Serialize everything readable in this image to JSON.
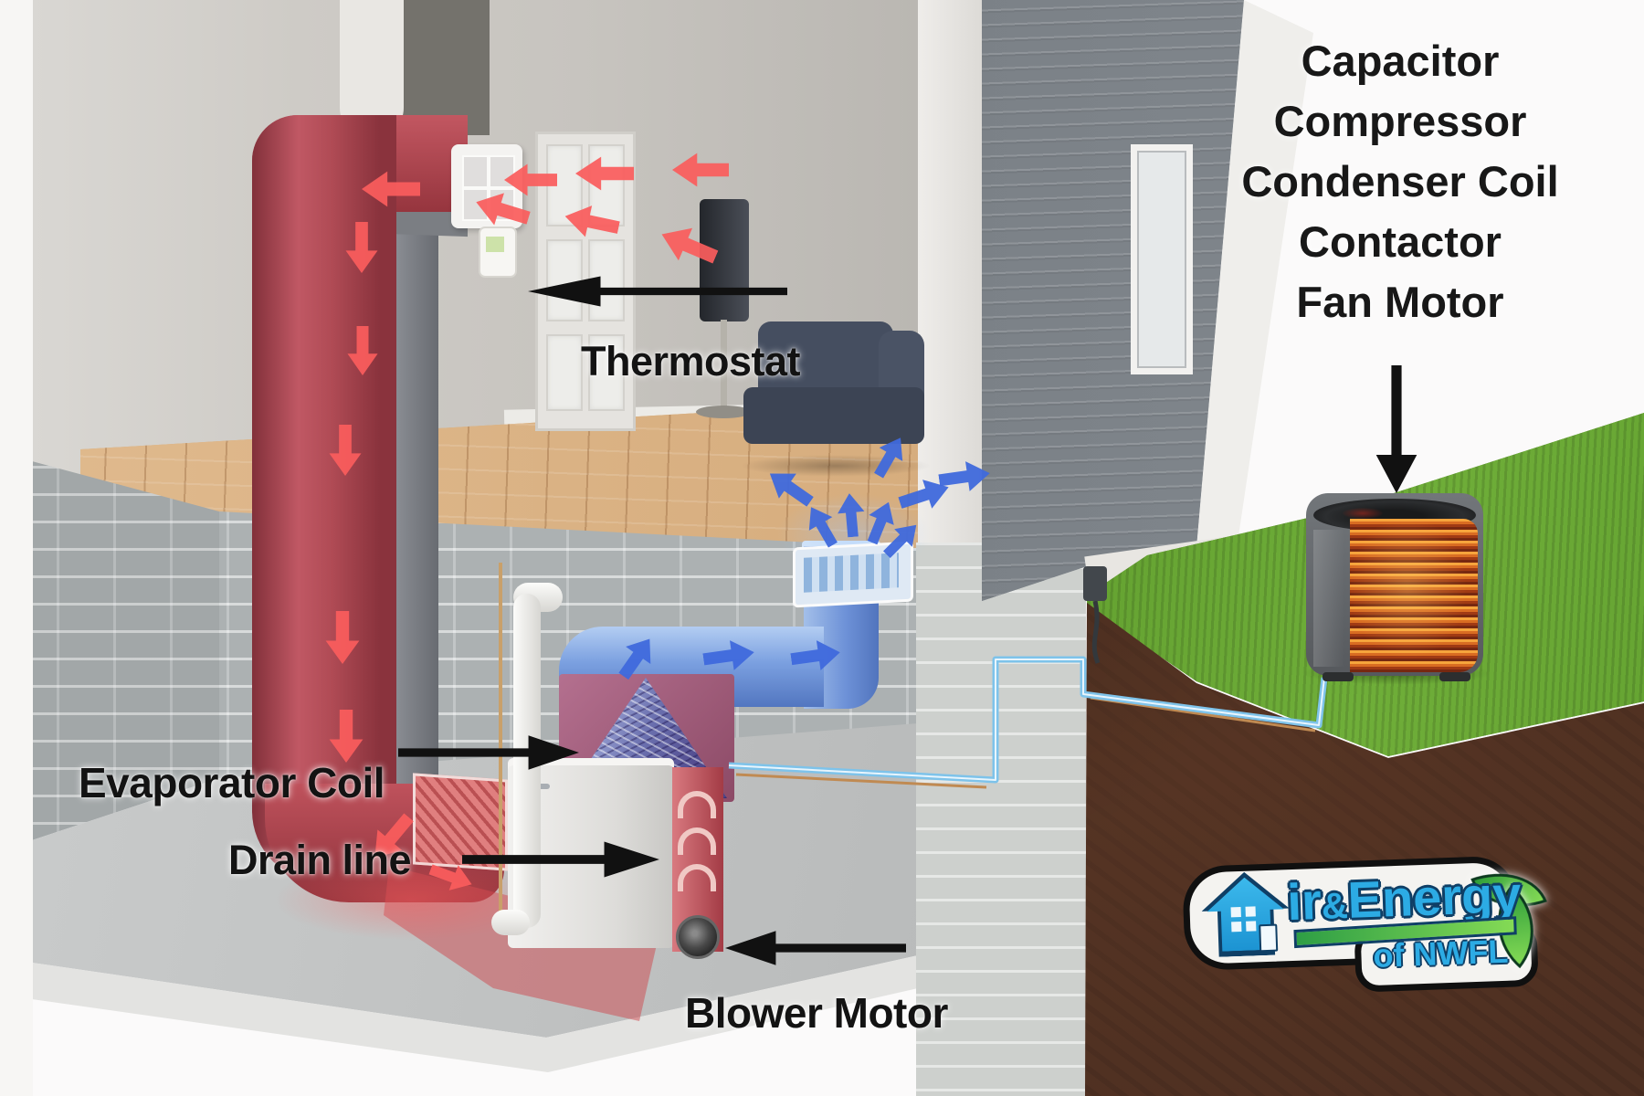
{
  "scene": {
    "description": "Cutaway illustration of a home air-conditioning system with basement furnace, ducts and outdoor condenser unit"
  },
  "labels": {
    "thermostat": "Thermostat",
    "evaporator_coil": "Evaporator Coil",
    "drain_line": "Drain line",
    "blower_motor": "Blower Motor"
  },
  "outdoor_unit_parts": [
    "Capacitor",
    "Compressor",
    "Condenser Coil",
    "Contactor",
    "Fan Motor"
  ],
  "logo": {
    "word_part1": "ir",
    "ampersand": "&",
    "word_part2": "Energy",
    "subtitle": "of NWFL"
  },
  "icons": {
    "logo_house": "house-icon",
    "logo_leaf": "leaf-icon",
    "warm_air": "red-arrow-icon",
    "cool_air": "blue-arrow-icon",
    "pointer": "black-arrow-icon"
  },
  "colors": {
    "warm_air_red": "#fa5d5d",
    "cool_air_blue": "#3f69dc",
    "duct_red": "#b04750",
    "duct_blue": "#7ba0e0",
    "grass_green": "#5f9c2d",
    "soil_brown": "#4b2e21",
    "logo_blue": "#2cabe4",
    "logo_green": "#4db84e",
    "label_black": "#131313"
  }
}
